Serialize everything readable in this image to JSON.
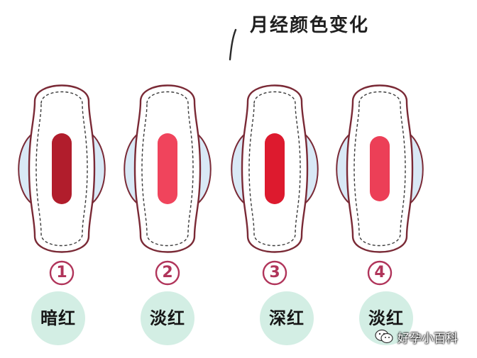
{
  "title": "月经颜色变化",
  "pads": [
    {
      "number": "1",
      "label": "暗红",
      "blood_color": "#b11d2c"
    },
    {
      "number": "2",
      "label": "淡红",
      "blood_color": "#f0445c"
    },
    {
      "number": "3",
      "label": "深红",
      "blood_color": "#dd1a2e"
    },
    {
      "number": "4",
      "label": "淡红",
      "blood_color": "#ec3f57"
    }
  ],
  "colors": {
    "pad_outline": "#7a2a36",
    "pad_fill": "#ffffff",
    "wing_fill": "#d9e9f6",
    "bubble_fill": "#d3eee4",
    "number_ring": "#b0345a"
  },
  "watermark": {
    "icon": "wechat-bubble-icon",
    "text": "好孕小百科"
  }
}
